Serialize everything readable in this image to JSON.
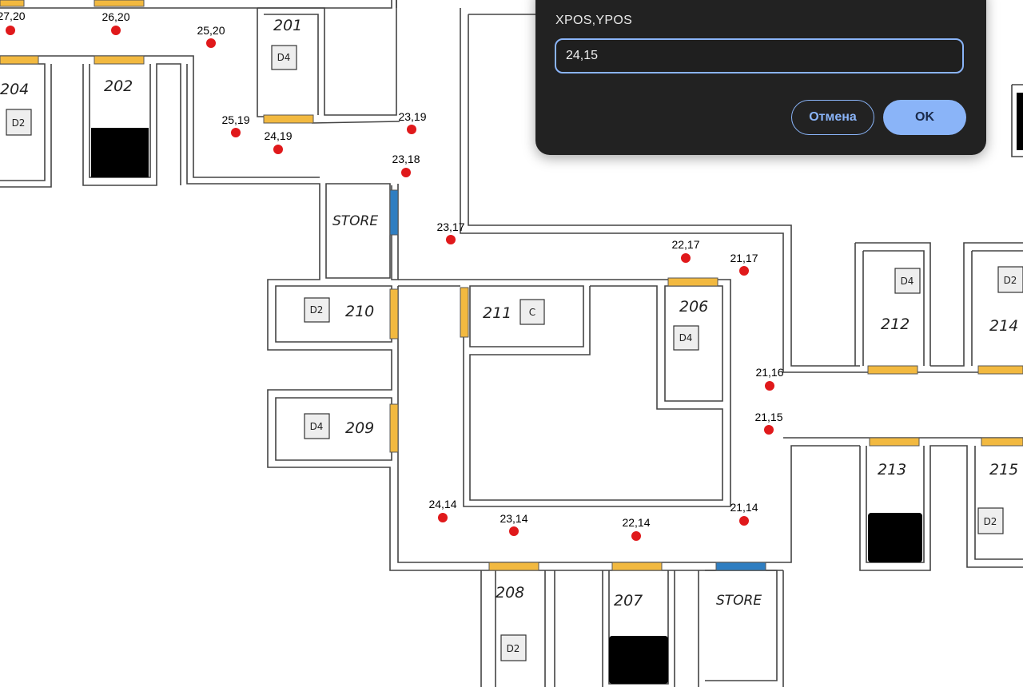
{
  "rooms": {
    "r201": "201",
    "r202": "202",
    "r204": "204",
    "r206": "206",
    "r207": "207",
    "r208": "208",
    "r209": "209",
    "r210": "210",
    "r211": "211",
    "r212": "212",
    "r213": "213",
    "r214": "214",
    "r215": "215",
    "store_top": "STORE",
    "store_bottom": "STORE"
  },
  "badges": {
    "b201": "D4",
    "b204": "D2",
    "b206": "D4",
    "b208": "D2",
    "b209": "D4",
    "b210": "D2",
    "b211": "C",
    "b212": "D4",
    "b214": "D2",
    "b215": "D2"
  },
  "points": {
    "p27_20": "27,20",
    "p26_20": "26,20",
    "p25_20": "25,20",
    "p25_19": "25,19",
    "p24_19": "24,19",
    "p23_19": "23,19",
    "p23_18": "23,18",
    "p23_17": "23,17",
    "p22_17": "22,17",
    "p21_17": "21,17",
    "p21_16": "21,16",
    "p21_15": "21,15",
    "p24_14": "24,14",
    "p23_14": "23,14",
    "p22_14": "22,14",
    "p21_14": "21,14"
  },
  "dialog": {
    "label": "XPOS,YPOS",
    "input_value": "24,15",
    "cancel_label": "Отмена",
    "ok_label": "OK"
  },
  "colors": {
    "door_yellow": "#f2b940",
    "door_blue": "#2f7ec1",
    "point_red": "#e0191b",
    "dialog_bg": "#222222",
    "accent": "#8ab4f8"
  }
}
